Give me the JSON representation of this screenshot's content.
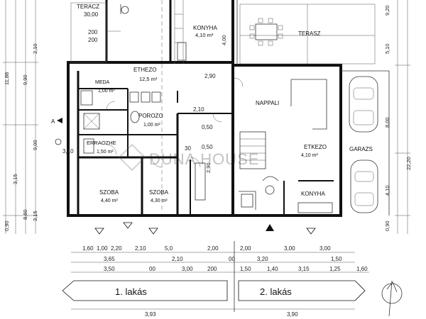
{
  "rooms": {
    "terasz_left": {
      "name": "TERACZ",
      "area": "30,00"
    },
    "etkezo_left": {
      "name": "ETHEZO",
      "area": "12,5 m²"
    },
    "konyha_left": {
      "name": "KONYHA",
      "area": "4,10 m²"
    },
    "terasz_right": {
      "name": "TERASZ"
    },
    "kamra": {
      "name": "MEDA",
      "area": "1,00 m²"
    },
    "porozo": {
      "name": "POROZO",
      "area": "1,00 m²"
    },
    "nappali": {
      "name": "NAPPALI"
    },
    "etkezo_right": {
      "name": "ETKEZO",
      "area": "4,10 m²"
    },
    "garazs": {
      "name": "GARAZS"
    },
    "eroazhely": {
      "name": "ERRAOZHE",
      "area": "1,50 m²"
    },
    "szoba1": {
      "name": "SZOBA",
      "area": "4,40 m²"
    },
    "szoba2": {
      "name": "SZOBA",
      "area": "4,30 m²"
    },
    "konyha_right": {
      "name": "KONYHA"
    }
  },
  "inline_dims": {
    "d200a": "200",
    "d200b": "200",
    "d400": "4,00",
    "d290": "2,90",
    "d210": "2,10",
    "d050": "0,50",
    "d310": "3,10",
    "d030": "30",
    "d050b": "0,50",
    "d_290b": "2,90"
  },
  "left_dims": [
    "2,10",
    "11,88",
    "9,90",
    "9,00",
    "3,15",
    "0,90",
    "8,60",
    "3,15"
  ],
  "right_dims": [
    "9,20",
    "5,10",
    "8,00",
    "4,10",
    "22,20",
    "0,90"
  ],
  "bottom_rows": {
    "row1": [
      "1,60",
      "1,00",
      "2,20",
      "2,10",
      "5,0",
      "2,00",
      "2,00",
      "3,00"
    ],
    "row2": [
      "3,65",
      "2,10",
      "00",
      "3,20",
      "1,50"
    ],
    "row3": [
      "3,50",
      "00",
      "3,00",
      "200",
      "1,50",
      "1,40",
      "3,15",
      "1,25",
      "1,60"
    ],
    "totals": [
      "3,93",
      "3,90"
    ]
  },
  "units": {
    "left": "1. lakás",
    "right": "2. lakás"
  },
  "watermark": "DUNA HOUSE",
  "side_marks": {
    "a": "A"
  }
}
